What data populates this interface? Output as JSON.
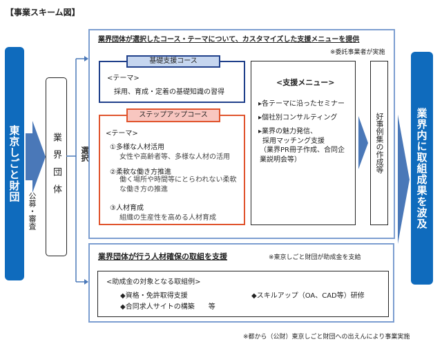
{
  "title": "【事業スキーム図】",
  "left": {
    "foundation": "東京しごと財団",
    "recruit_label": "公募・審査",
    "industry_group": "業界団体",
    "select_label": "選択"
  },
  "right": {
    "outcome": "業界内に取組成果を波及"
  },
  "top_section": {
    "heading": "業界団体が選択したコース・テーマについて、カスタマイズした支援メニューを提供",
    "note": "※委託事業者が実施",
    "basic_course": {
      "label": "基礎支援コース",
      "theme_label": "<テーマ>",
      "theme": "採用、育成・定着の基礎知識の習得"
    },
    "stepup_course": {
      "label": "ステップアップコース",
      "theme_label": "<テーマ>",
      "themes": [
        {
          "title": "①多様な人材活用",
          "desc": "女性や高齢者等、多様な人材の活用"
        },
        {
          "title": "②柔軟な働き方推進",
          "desc": "働く場所や時間等にとらわれない柔軟な働き方の推進"
        },
        {
          "title": "③人材育成",
          "desc": "組織の生産性を高める人材育成"
        }
      ]
    },
    "menu": {
      "heading": "<支援メニュー>",
      "items": [
        "▸各テーマに沿ったセミナー",
        "▸個社別コンサルティング",
        "▸業界の魅力発信、",
        "採用マッチング支援",
        "（業界PR冊子作成、合同企業説明会等）"
      ]
    },
    "case_studies": "好事例集の作成等"
  },
  "bottom_section": {
    "heading": "業界団体が行う人材確保の取組を支援",
    "note": "※東京しごと財団が助成金を支給",
    "examples_label": "<助成金の対象となる取組例>",
    "examples": [
      "◆資格・免許取得支援",
      "◆スキルアップ（OA、CAD等）研修",
      "◆合同求人サイトの構築　　等"
    ]
  },
  "footer_note": "※都から（公財）東京しごと財団への出えんにより事業実施"
}
